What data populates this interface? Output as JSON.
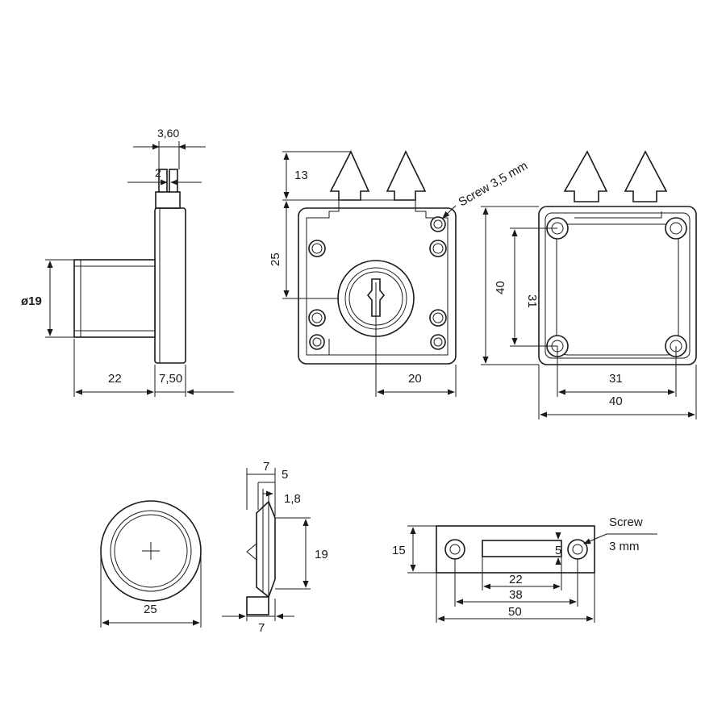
{
  "views": {
    "side": {
      "dim_top": "3,60",
      "dim_plate": "2",
      "dim_dia": "ø19",
      "dim_body": "22",
      "dim_flange": "7,50"
    },
    "front": {
      "dim_top": "13",
      "dim_center": "25",
      "dim_bottom": "20",
      "note_screw": "Screw 3,5 mm"
    },
    "back": {
      "dim_h_outer": "40",
      "dim_h_inner": "31",
      "dim_w_inner": "31",
      "dim_w_outer": "40"
    },
    "rosette": {
      "dim_dia": "25"
    },
    "rosette_side": {
      "dim_7_top": "7",
      "dim_5": "5",
      "dim_18": "1,8",
      "dim_19": "19",
      "dim_7_bottom": "7"
    },
    "strike": {
      "dim_15": "15",
      "dim_5": "5",
      "dim_22": "22",
      "dim_38": "38",
      "dim_50": "50",
      "note_screw_1": "Screw",
      "note_screw_2": "3 mm"
    }
  }
}
